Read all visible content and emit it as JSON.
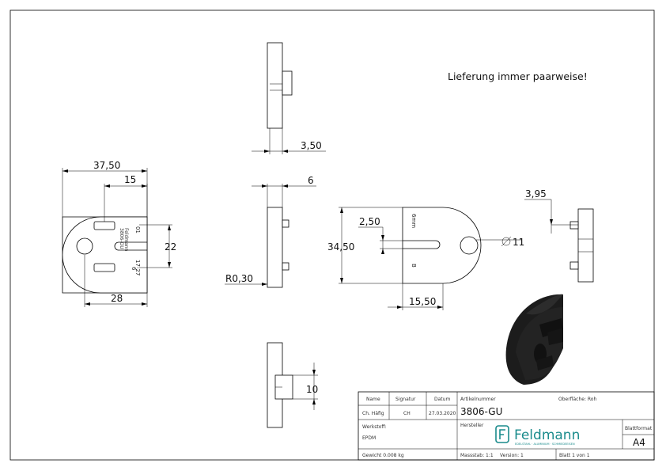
{
  "note": "Lieferung immer paarweise!",
  "dimensions": {
    "d_3_50": "3,50",
    "d_6": "6",
    "d_37_50": "37,50",
    "d_15": "15",
    "d_22": "22",
    "d_28": "28",
    "d_r0_30": "R0,30",
    "d_2_50": "2,50",
    "d_34_50": "34,50",
    "d_15_50": "15,50",
    "d_dia11": "11",
    "d_3_95": "3,95",
    "d_10": "10"
  },
  "part_engraving": {
    "brand": "Feldmann",
    "code": "3806-GU",
    "num_01": "01",
    "num_6": "6",
    "range": "17-27"
  },
  "side_view_label": "6mm",
  "titleblock": {
    "h_name": "Name",
    "h_signatur": "Signatur",
    "h_datum": "Datum",
    "v_name": "Ch. Häfig",
    "v_signatur": "CH",
    "v_datum": "27.03.2020",
    "l_artikel": "Artikelnummer",
    "v_artikel": "3806-GU",
    "l_oberflaeche": "Oberfläche: Roh",
    "l_werkstoff": "Werkstoff:",
    "v_werkstoff": "EPDM",
    "l_hersteller": "Hersteller",
    "brand": "Feldmann",
    "brand_sub": "EDELSTAHL · ALUMINIUM · SCHMIEDEEISEN",
    "l_blattformat": "Blattformat",
    "v_blattformat": "A4",
    "gewicht": "Gewicht 0.008 kg",
    "massstab": "Massstab: 1:1",
    "version": "Version: 1",
    "blatt": "Blatt 1 von 1"
  }
}
